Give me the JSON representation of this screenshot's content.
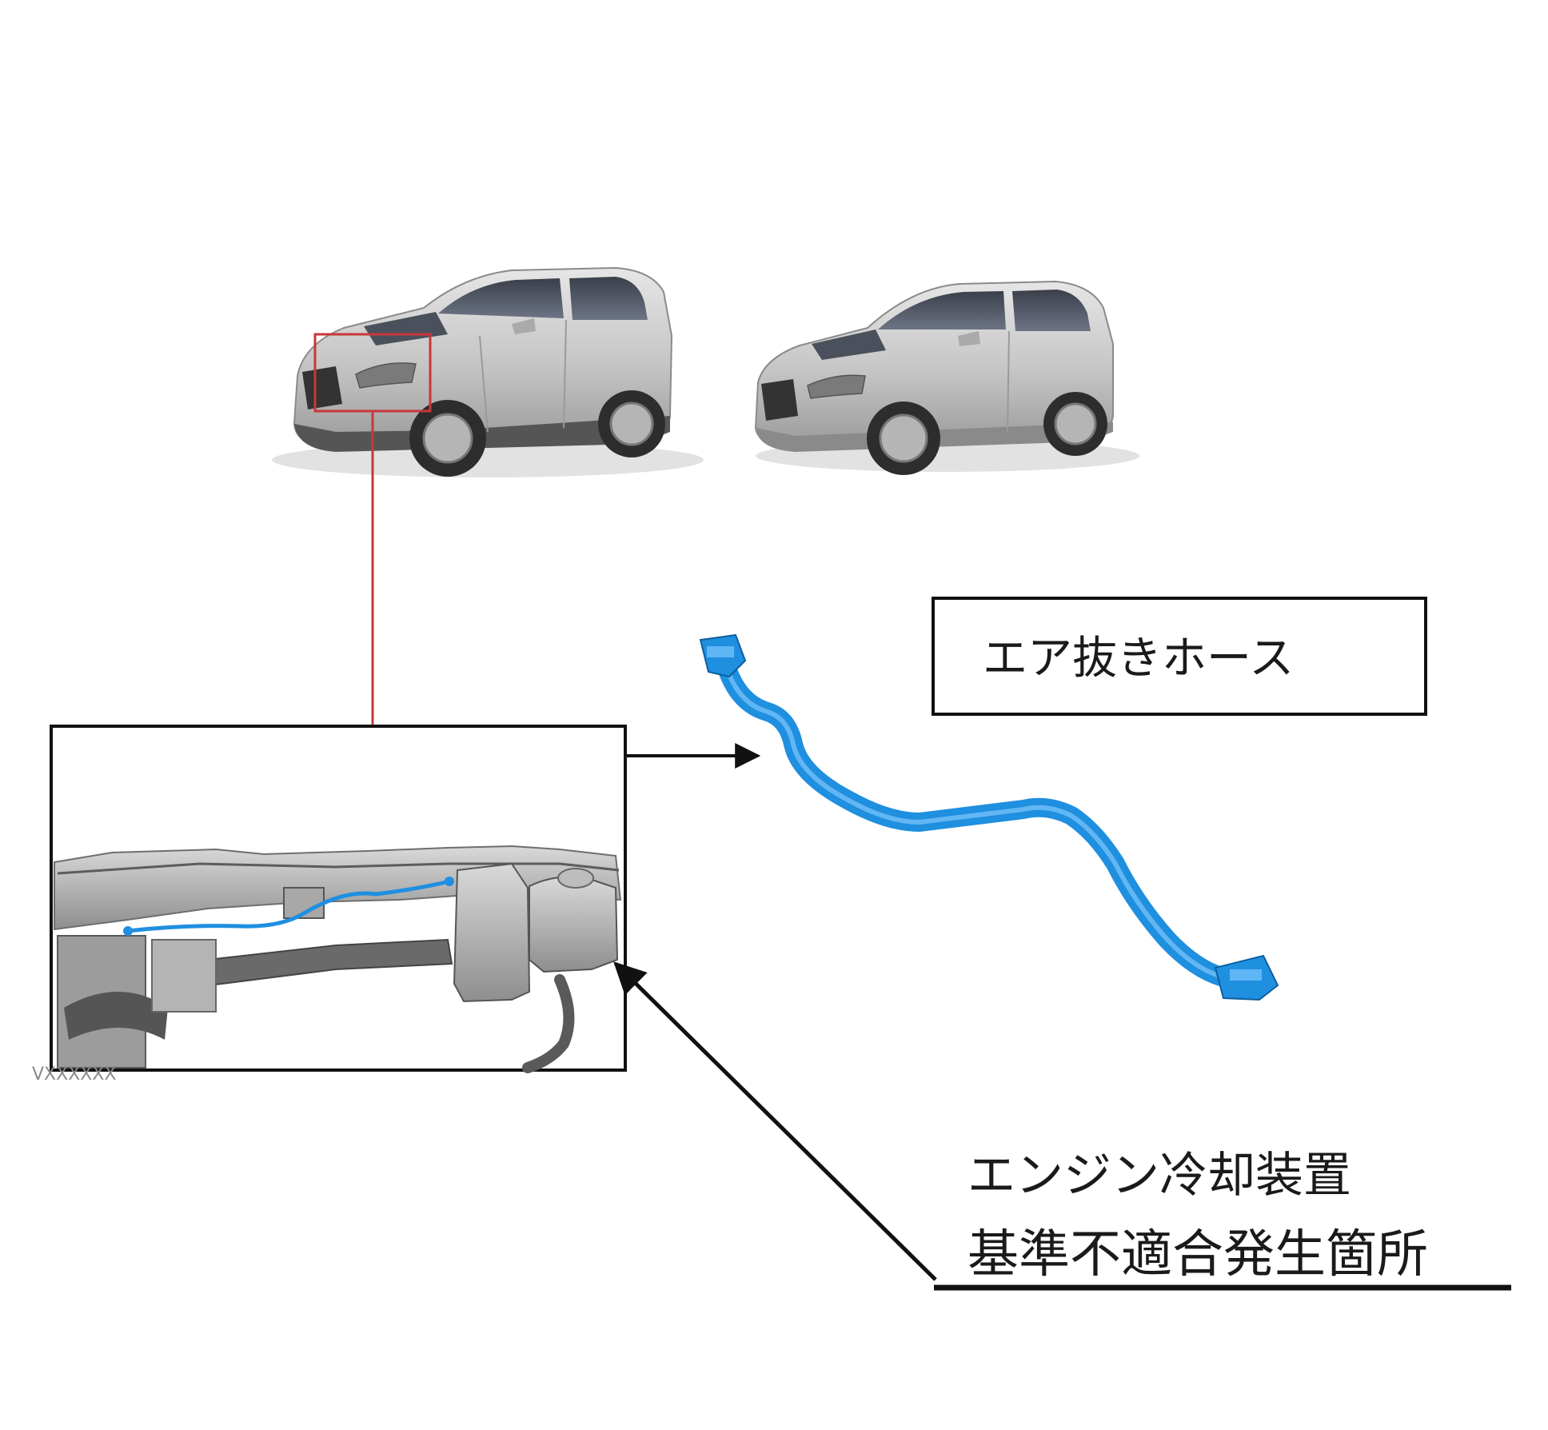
{
  "callouts": {
    "hose_label": "エア抜きホース",
    "location_line1": "エンジン冷却装置",
    "location_line2": "基準不適合発生箇所",
    "detail_code": "VXXXXXX"
  },
  "colors": {
    "highlight_box": "#c8373a",
    "hose_blue": "#1f8fe0",
    "car_silver": "#c9c9c9",
    "line_black": "#111111"
  },
  "icons": {
    "car_crossover": "car-crossover-illustration",
    "car_hatchback": "car-hatchback-illustration",
    "engine_detail": "engine-bay-detail-illustration",
    "hose_part": "air-bleed-hose-illustration"
  }
}
